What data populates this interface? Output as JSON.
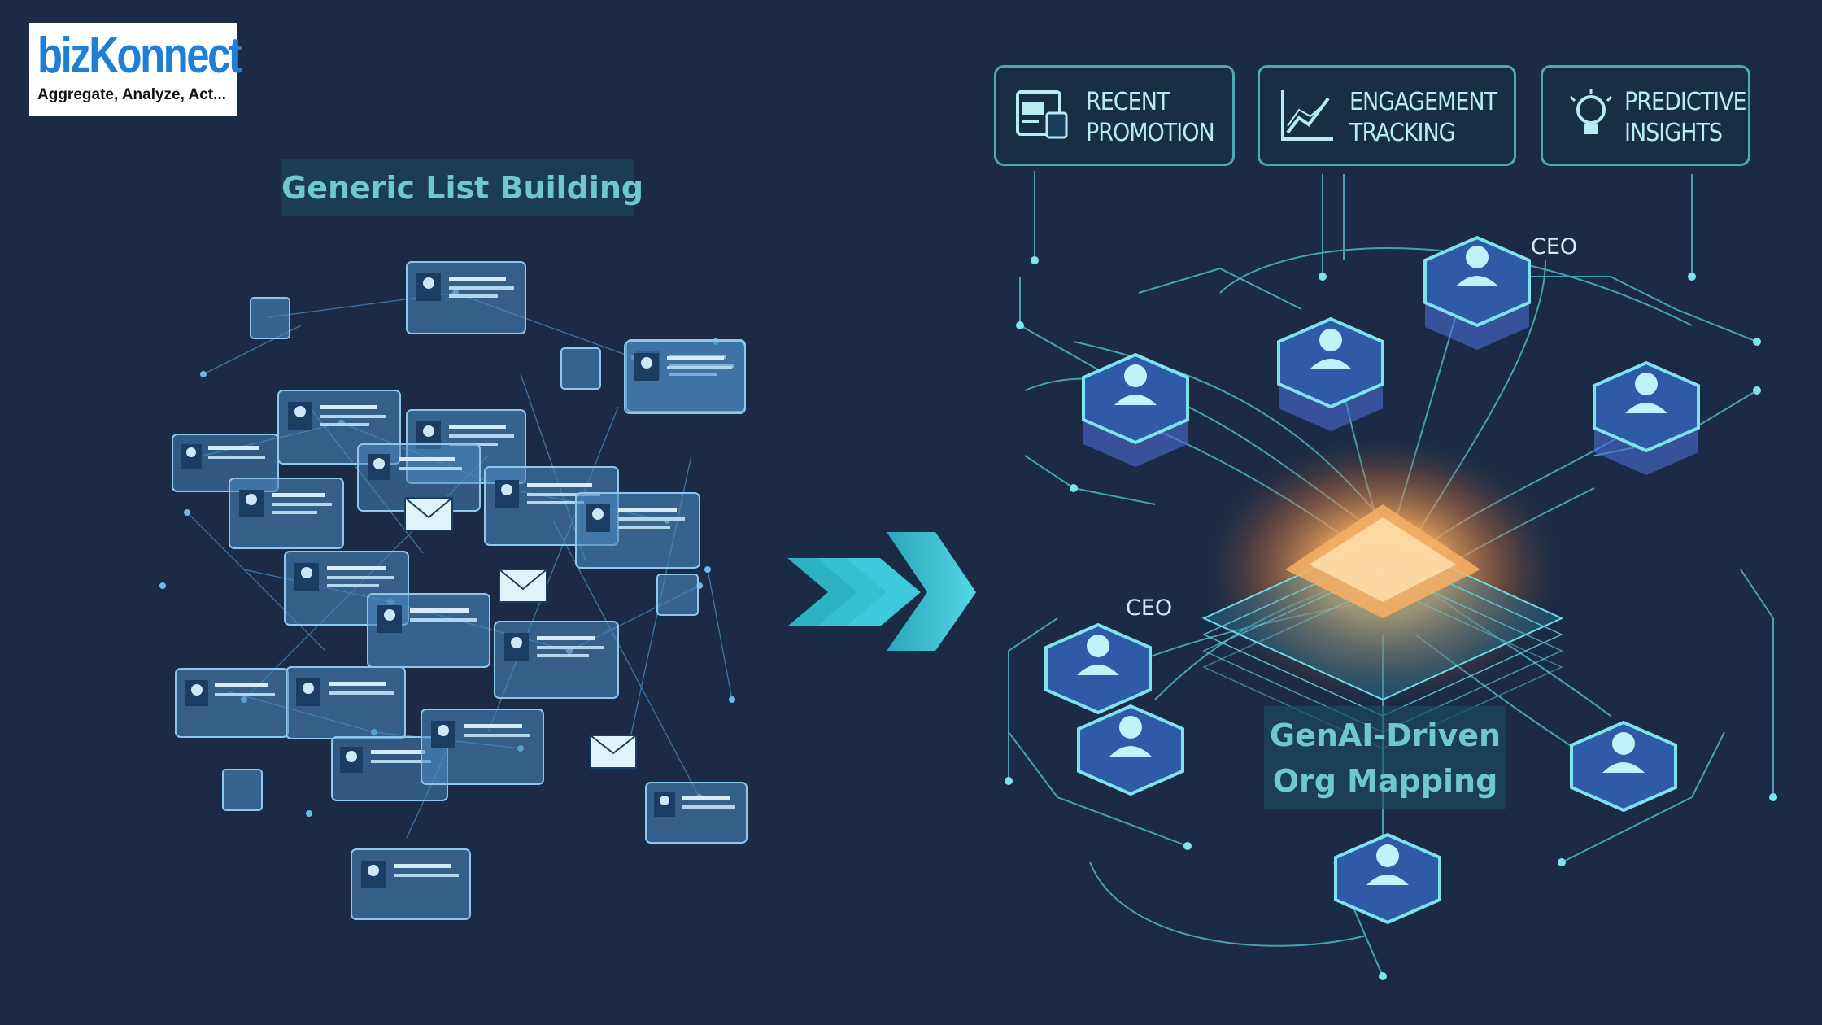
{
  "logo": {
    "brand": "bizKonnect",
    "tagline": "Aggregate, Analyze, Act..."
  },
  "left_panel": {
    "title": "Generic List Building"
  },
  "right_panel": {
    "title_line1": "GenAI-Driven",
    "title_line2": "Org Mapping",
    "ceo_label_top": "CEO",
    "ceo_label_left": "CEO"
  },
  "features": [
    {
      "line1": "RECENT",
      "line2": "PROMOTION",
      "icon": "calendar-card-icon"
    },
    {
      "line1": "ENGAGEMENT",
      "line2": "TRACKING",
      "icon": "line-chart-icon"
    },
    {
      "line1": "PREDICTIVE",
      "line2": "INSIGHTS",
      "icon": "lightbulb-icon"
    }
  ],
  "colors": {
    "background": "#1b2b45",
    "accent": "#4fc6d6",
    "glow": "#f3a65a",
    "logo_blue": "#1f7fd8"
  }
}
